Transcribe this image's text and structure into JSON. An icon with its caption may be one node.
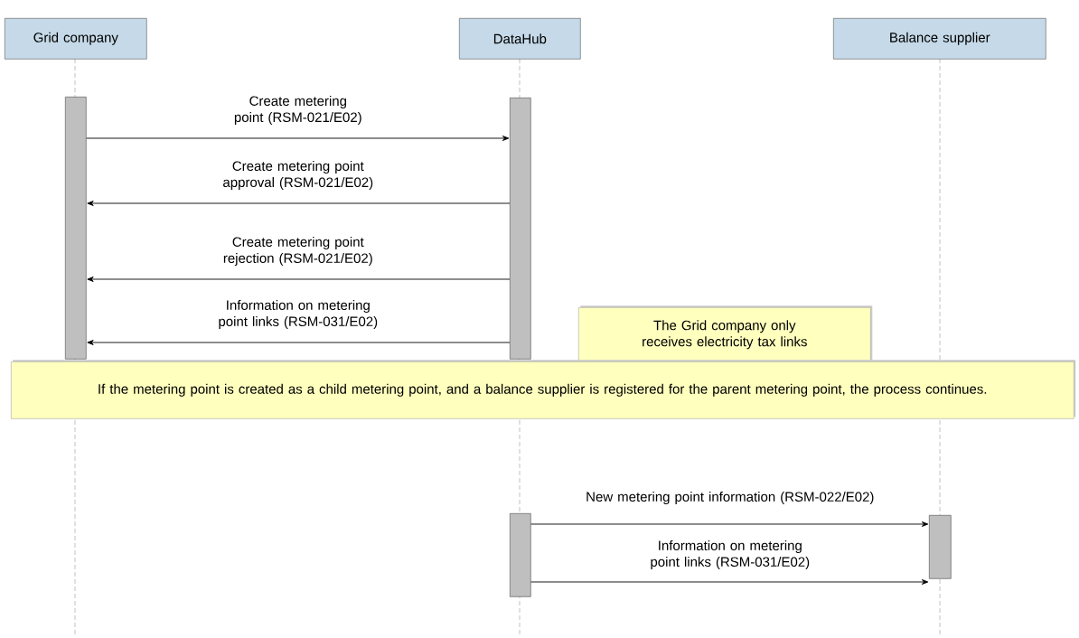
{
  "diagram": {
    "nodes": [
      {
        "text": [
          "Grid company"
        ]
      },
      {
        "text": [
          "DataHub"
        ]
      },
      {
        "text": [
          "Balance supplier"
        ]
      },
      {
        "text": [],
        "shape": "bar"
      },
      {
        "text": [],
        "shape": "bar"
      },
      {
        "text": [
          "The Grid company only receives electricity tax links"
        ]
      },
      {
        "text": [
          "If the metering point is created as a child metering point, and a balance supplier is registered for the parent metering point, the process continues."
        ]
      },
      {
        "text": [],
        "shape": "bar"
      },
      {
        "text": [],
        "shape": "bar"
      }
    ],
    "edges": [
      {
        "from": 3,
        "to": 4,
        "arrow": "to",
        "label": "Create metering point (RSM-021/E02)"
      },
      {
        "from": 4,
        "to": 3,
        "arrow": "to",
        "label": "Create metering point approval (RSM-021/E02)"
      },
      {
        "from": 4,
        "to": 3,
        "arrow": "to",
        "label": "Create metering point rejection (RSM-021/E02)"
      },
      {
        "from": 4,
        "to": 3,
        "arrow": "to",
        "label": "Information on metering point links (RSM-031/E02)"
      },
      {
        "from": 7,
        "to": 8,
        "arrow": "to",
        "label": "New metering point information (RSM-022/E02)"
      },
      {
        "from": 7,
        "to": 8,
        "arrow": "to",
        "label": "Information on metering point links (RSM-031/E02)"
      }
    ]
  }
}
